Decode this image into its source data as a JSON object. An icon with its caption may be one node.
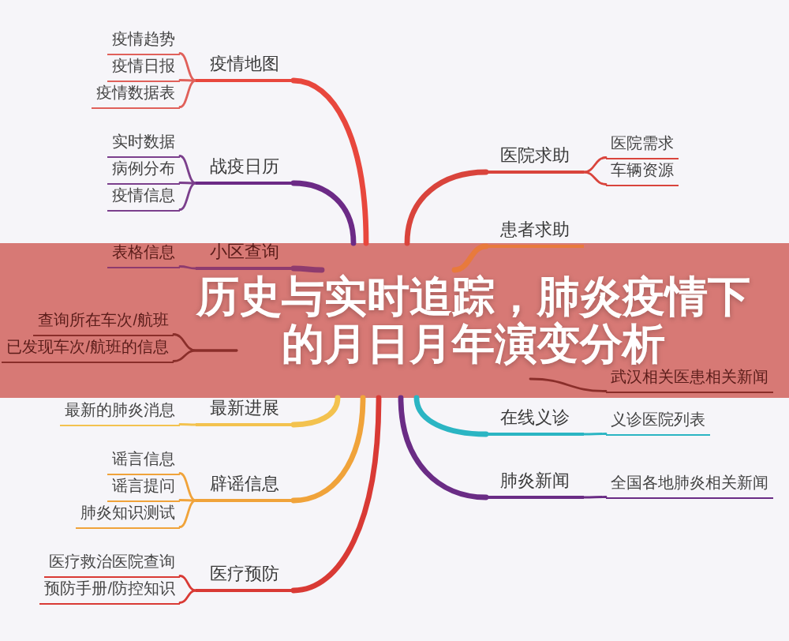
{
  "diagram": {
    "title": "历史与实时追踪，肺炎疫情下的月日月年演变分析",
    "nodes": [
      {
        "text": [
          "疫情地图"
        ]
      },
      {
        "text": [
          "疫情趋势"
        ]
      },
      {
        "text": [
          "疫情日报"
        ]
      },
      {
        "text": [
          "疫情数据表"
        ]
      },
      {
        "text": [
          "战疫日历"
        ]
      },
      {
        "text": [
          "实时数据"
        ]
      },
      {
        "text": [
          "病例分布"
        ]
      },
      {
        "text": [
          "疫情信息"
        ]
      },
      {
        "text": [
          "小区查询"
        ]
      },
      {
        "text": [
          "表格信息"
        ]
      },
      {
        "text": [
          "查询所在车次/航班"
        ]
      },
      {
        "text": [
          "已发现车次/航班的信息"
        ]
      },
      {
        "text": [
          "最新进展"
        ]
      },
      {
        "text": [
          "最新的肺炎消息"
        ]
      },
      {
        "text": [
          "辟谣信息"
        ]
      },
      {
        "text": [
          "谣言信息"
        ]
      },
      {
        "text": [
          "谣言提问"
        ]
      },
      {
        "text": [
          "肺炎知识测试"
        ]
      },
      {
        "text": [
          "医疗预防"
        ]
      },
      {
        "text": [
          "医疗救治医院查询"
        ]
      },
      {
        "text": [
          "预防手册/防控知识"
        ]
      },
      {
        "text": [
          "医院求助"
        ]
      },
      {
        "text": [
          "医院需求"
        ]
      },
      {
        "text": [
          "车辆资源"
        ]
      },
      {
        "text": [
          "患者求助"
        ]
      },
      {
        "text": [
          "武汉相关医患相关新闻"
        ]
      },
      {
        "text": [
          "在线义诊"
        ]
      },
      {
        "text": [
          "义诊医院列表"
        ]
      },
      {
        "text": [
          "肺炎新闻"
        ]
      },
      {
        "text": [
          "全国各地肺炎相关新闻"
        ]
      }
    ],
    "edges": [
      {
        "from": null,
        "to": 0,
        "arrow": "none",
        "style": "thick",
        "color": "#e8473d"
      },
      {
        "from": 0,
        "to": 1,
        "arrow": "none",
        "color": "#e0605a"
      },
      {
        "from": 0,
        "to": 2,
        "arrow": "none",
        "color": "#e0605a"
      },
      {
        "from": 0,
        "to": 3,
        "arrow": "none",
        "color": "#e0605a"
      },
      {
        "from": null,
        "to": 4,
        "arrow": "none",
        "style": "thick",
        "color": "#6c2a86"
      },
      {
        "from": 4,
        "to": 5,
        "arrow": "none",
        "color": "#7b3f8c"
      },
      {
        "from": 4,
        "to": 6,
        "arrow": "none",
        "color": "#7b3f8c"
      },
      {
        "from": 4,
        "to": 7,
        "arrow": "none",
        "color": "#7b3f8c"
      },
      {
        "from": null,
        "to": 8,
        "arrow": "none",
        "style": "thick",
        "color": "#8e3b6e"
      },
      {
        "from": 8,
        "to": 9,
        "arrow": "none",
        "color": "#8e3b6e"
      },
      {
        "from": null,
        "to": 10,
        "arrow": "none",
        "color": "#8a2e2a"
      },
      {
        "from": null,
        "to": 11,
        "arrow": "none",
        "color": "#8a2e2a"
      },
      {
        "from": null,
        "to": 12,
        "arrow": "none",
        "style": "thick",
        "color": "#f3c24f"
      },
      {
        "from": 12,
        "to": 13,
        "arrow": "none",
        "color": "#f3c24f"
      },
      {
        "from": null,
        "to": 14,
        "arrow": "none",
        "style": "thick",
        "color": "#f0a33a"
      },
      {
        "from": 14,
        "to": 15,
        "arrow": "none",
        "color": "#f0a33a"
      },
      {
        "from": 14,
        "to": 16,
        "arrow": "none",
        "color": "#f0a33a"
      },
      {
        "from": 14,
        "to": 17,
        "arrow": "none",
        "color": "#f0a33a"
      },
      {
        "from": null,
        "to": 18,
        "arrow": "none",
        "style": "thick",
        "color": "#d93a35"
      },
      {
        "from": 18,
        "to": 19,
        "arrow": "none",
        "color": "#d93a35"
      },
      {
        "from": 18,
        "to": 20,
        "arrow": "none",
        "color": "#d93a35"
      },
      {
        "from": null,
        "to": 21,
        "arrow": "none",
        "style": "thick",
        "color": "#d9443c"
      },
      {
        "from": 21,
        "to": 22,
        "arrow": "none",
        "color": "#d9443c"
      },
      {
        "from": 21,
        "to": 23,
        "arrow": "none",
        "color": "#d9443c"
      },
      {
        "from": null,
        "to": 24,
        "arrow": "none",
        "style": "thick",
        "color": "#e87a3c"
      },
      {
        "from": null,
        "to": 25,
        "arrow": "none",
        "color": "#8a2e2a"
      },
      {
        "from": null,
        "to": 26,
        "arrow": "none",
        "style": "thick",
        "color": "#2bb5c3"
      },
      {
        "from": 26,
        "to": 27,
        "arrow": "none",
        "color": "#2bb5c3"
      },
      {
        "from": null,
        "to": 28,
        "arrow": "none",
        "style": "thick",
        "color": "#6a2c85"
      },
      {
        "from": 28,
        "to": 29,
        "arrow": "none",
        "color": "#6a2c85"
      }
    ]
  }
}
